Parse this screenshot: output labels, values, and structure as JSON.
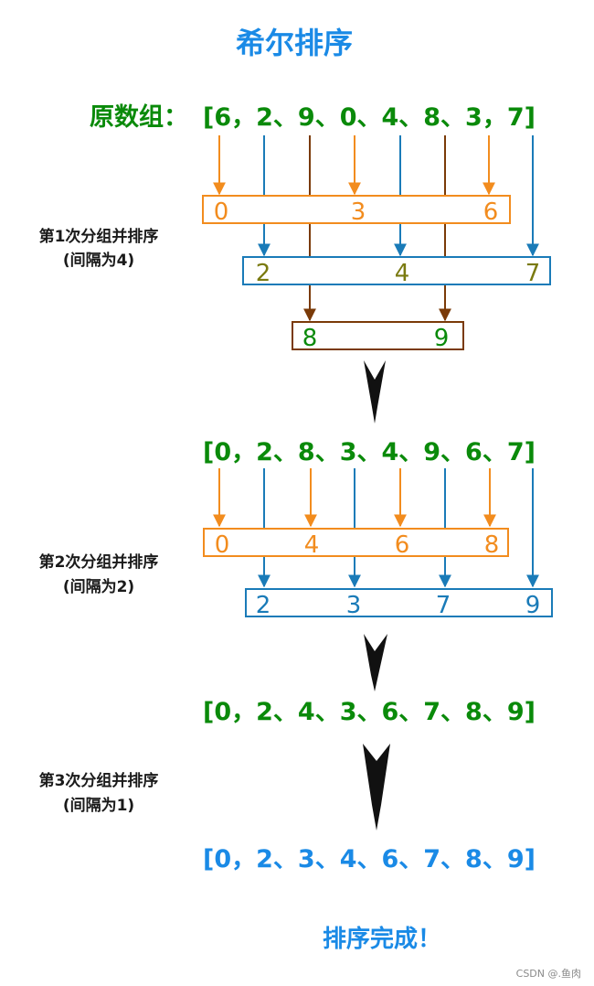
{
  "title": "希尔排序",
  "original_label": "原数组：",
  "rows": [
    {
      "text": "[6，2、9、0、4、8、3，7]",
      "color": "#0a8a0a"
    },
    {
      "text": "[0，2、8、3、4、9、6、7]",
      "color": "#0a8a0a"
    },
    {
      "text": "[0，2、4、3、6、7、8、9]",
      "color": "#0a8a0a"
    },
    {
      "text": "[0，2、3、4、6、7、8、9]",
      "color": "#1a8ae6"
    }
  ],
  "passes": [
    {
      "line1": "第1次分组并排序",
      "line2": "(间隔为4)"
    },
    {
      "line1": "第2次分组并排序",
      "line2": "(间隔为2)"
    },
    {
      "line1": "第3次分组并排序",
      "line2": "(间隔为1)"
    }
  ],
  "groups": {
    "g1a": [
      "0",
      "3",
      "6"
    ],
    "g1b": [
      "2",
      "4",
      "7"
    ],
    "g1c": [
      "8",
      "9"
    ],
    "g2a": [
      "0",
      "4",
      "6",
      "8"
    ],
    "g2b": [
      "2",
      "3",
      "7",
      "9"
    ]
  },
  "colors": {
    "title": "#1a8ae6",
    "orange": "#f28c1e",
    "blue": "#1a7bb8",
    "brown": "#7a3a08",
    "olive": "#7a7a10",
    "green_text": "#0a8a0a",
    "light_blue_text": "#1a8ae6",
    "arrow_black": "#111111"
  },
  "done": "排序完成！",
  "watermark": "CSDN @.鱼肉"
}
